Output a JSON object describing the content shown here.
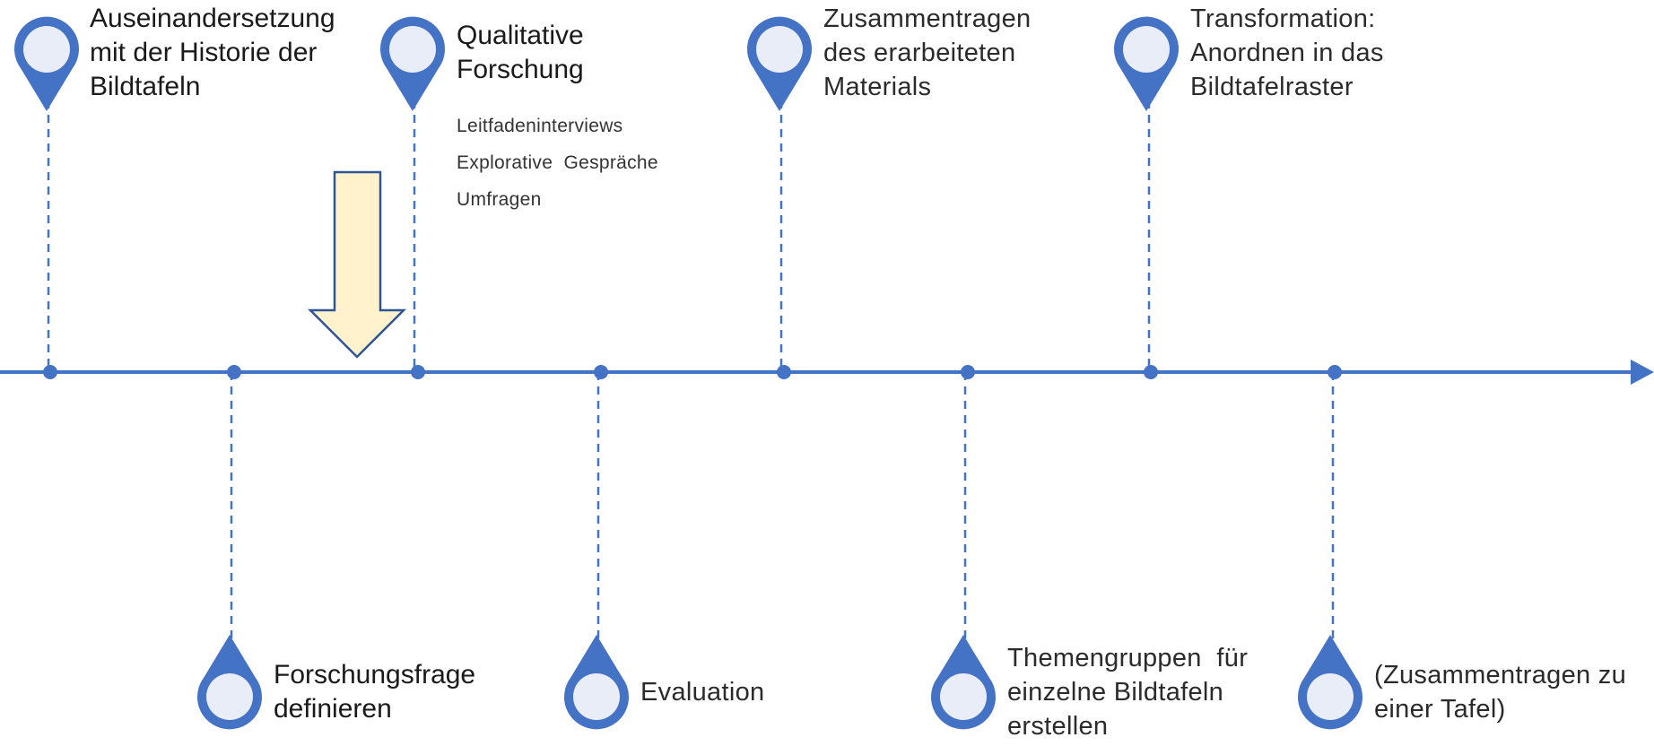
{
  "colors": {
    "accent": "#4472c4",
    "pin_fill": "#e9edf7",
    "arrow_fill": "#fff2cc",
    "arrow_stroke": "#2f5597"
  },
  "events": [
    {
      "id": "historie",
      "position": "above",
      "lines": [
        "Auseinandersetzung",
        "mit der Historie der",
        "Bildtafeln"
      ],
      "icon": "location-pin-icon"
    },
    {
      "id": "forschungsfrage",
      "position": "below",
      "lines": [
        "Forschungsfrage",
        "definieren"
      ],
      "icon": "location-pin-icon"
    },
    {
      "id": "qualitative",
      "position": "above",
      "lines": [
        "Qualitative",
        "Forschung"
      ],
      "sub_items": [
        "Leitfadeninterviews",
        "Explorative  Gespräche",
        "Umfragen"
      ],
      "icon": "location-pin-icon"
    },
    {
      "id": "evaluation",
      "position": "below",
      "lines": [
        "Evaluation"
      ],
      "icon": "location-pin-icon"
    },
    {
      "id": "zusammentragen",
      "position": "above",
      "lines": [
        "Zusammentragen",
        "des erarbeiteten",
        "Materials"
      ],
      "icon": "location-pin-icon"
    },
    {
      "id": "themengruppen",
      "position": "below",
      "lines": [
        "Themengruppen  für",
        "einzelne Bildtafeln",
        "erstellen"
      ],
      "icon": "location-pin-icon"
    },
    {
      "id": "transformation",
      "position": "above",
      "lines": [
        "Transformation:",
        "Anordnen in das",
        "Bildtafelraster"
      ],
      "icon": "location-pin-icon"
    },
    {
      "id": "tafel",
      "position": "below",
      "lines": [
        "(Zusammentragen zu",
        "einer Tafel)"
      ],
      "icon": "location-pin-icon"
    }
  ],
  "current_marker": {
    "icon": "down-arrow-icon"
  }
}
